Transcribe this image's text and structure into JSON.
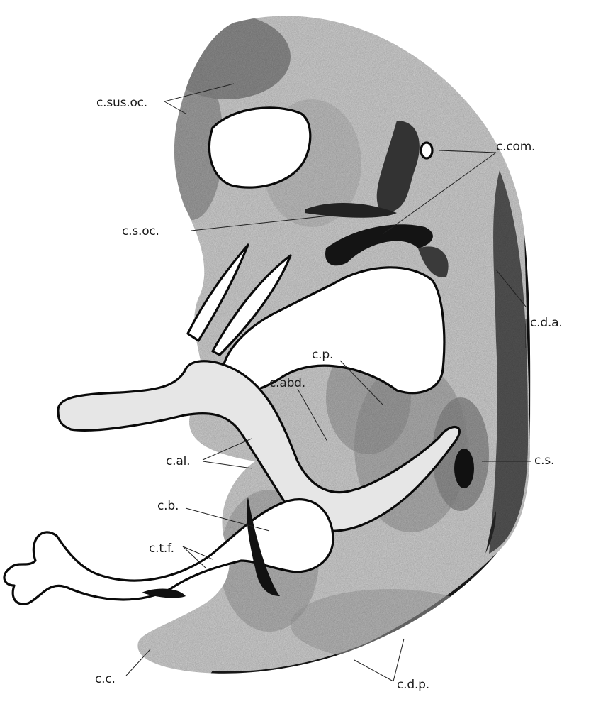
{
  "labels": {
    "c_sus_oc": "c.sus.oc.",
    "c_com": "c.com.",
    "c_s_oc": "c.s.oc.",
    "c_d_a": "c.d.a.",
    "c_p": "c.p.",
    "c_abd": "c.abd.",
    "c_al": "c.al.",
    "c_s": "c.s.",
    "c_b": "c.b.",
    "c_t_f": "c.t.f.",
    "c_c": "c.c.",
    "c_d_p": "c.d.p."
  },
  "colors": {
    "body_light": "#dcdcdc",
    "body_mid": "#b9b9b9",
    "body_dark": "#6e6e6e",
    "body_black": "#1e1e1e",
    "outline": "#0a0a0a",
    "background": "#ffffff"
  }
}
